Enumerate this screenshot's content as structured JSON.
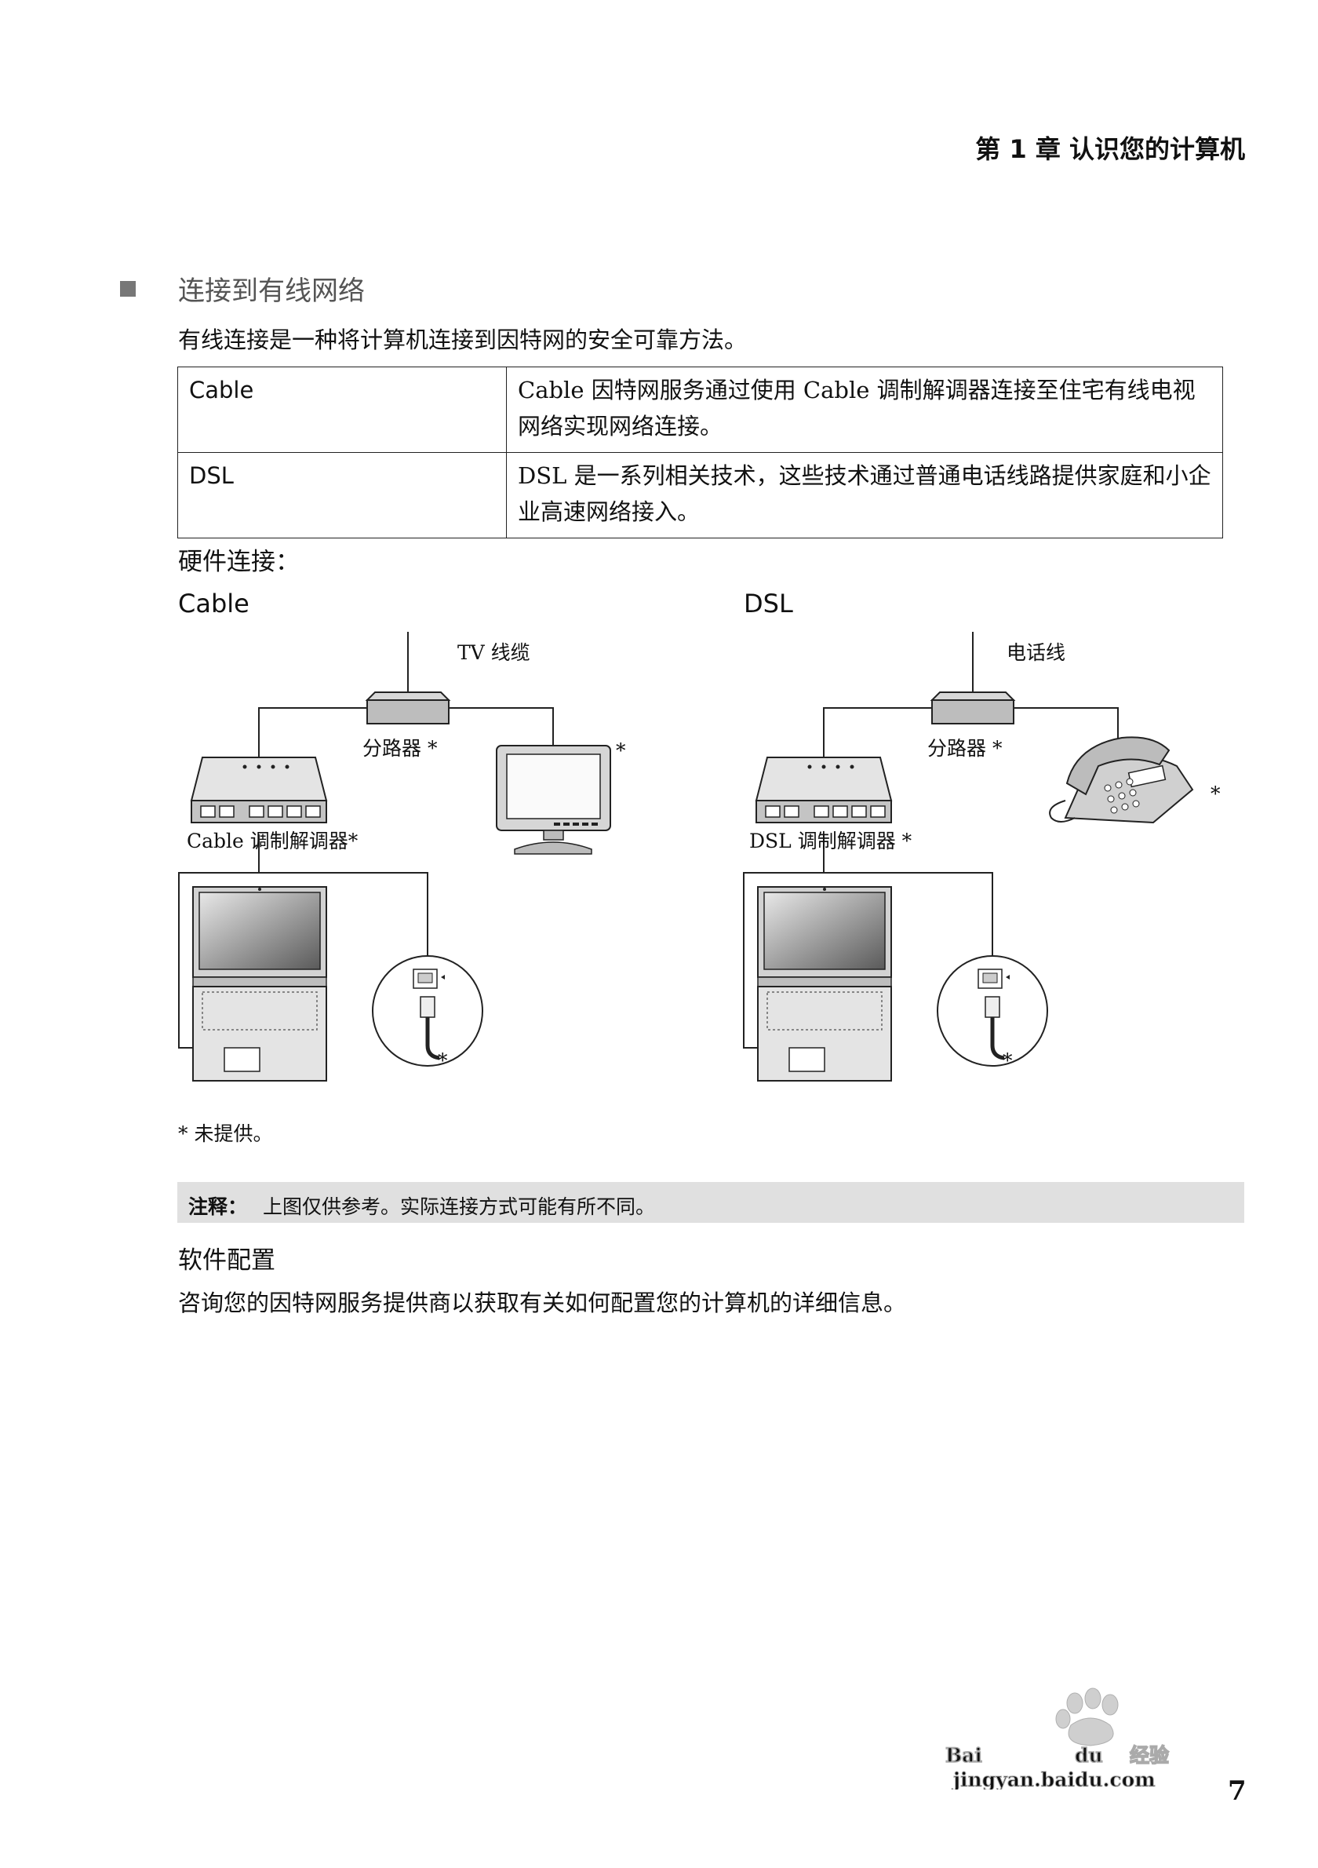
{
  "header": {
    "chapter": "第 1 章 认识您的计算机"
  },
  "section": {
    "title": "连接到有线网络",
    "intro": "有线连接是一种将计算机连接到因特网的安全可靠方法。"
  },
  "table": {
    "rows": [
      {
        "type": "Cable",
        "desc": "Cable 因特网服务通过使用 Cable 调制解调器连接至住宅有线电视网络实现网络连接。"
      },
      {
        "type": "DSL",
        "desc": "DSL 是一系列相关技术，这些技术通过普通电话线路提供家庭和小企业高速网络接入。"
      }
    ]
  },
  "hardware": {
    "heading": "硬件连接：",
    "cable": {
      "label": "Cable",
      "source": "TV 线缆",
      "splitter": "分路器 *",
      "modem": "Cable 调制解调器*",
      "asterisk": "*"
    },
    "dsl": {
      "label": "DSL",
      "source": "电话线",
      "splitter": "分路器 *",
      "modem": "DSL 调制解调器 *",
      "asterisk": "*"
    },
    "footnote": "* 未提供。"
  },
  "note": {
    "label": "注释：",
    "text": "上图仅供参考。实际连接方式可能有所不同。"
  },
  "software": {
    "heading": "软件配置",
    "text": "咨询您的因特网服务提供商以获取有关如何配置您的计算机的详细信息。"
  },
  "page_number": "7",
  "watermark": {
    "brand": "Bai du 经验",
    "url": "jingyan.baidu.com"
  }
}
